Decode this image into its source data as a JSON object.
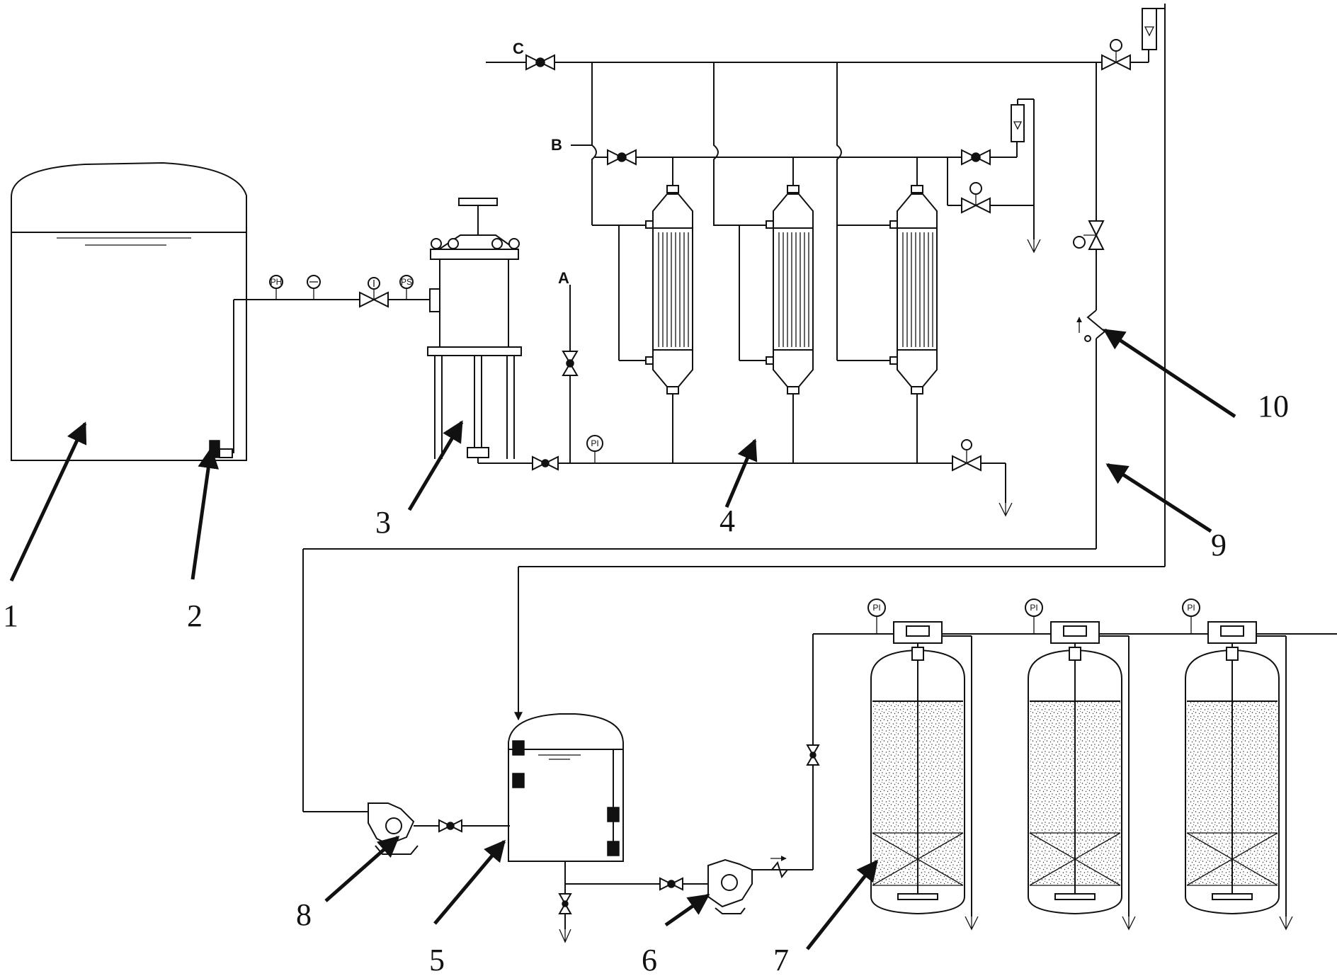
{
  "diagram": {
    "callouts": [
      "1",
      "2",
      "3",
      "4",
      "5",
      "6",
      "7",
      "8",
      "9",
      "10"
    ],
    "line_tags": {
      "a": "A",
      "b": "B",
      "c": "C"
    },
    "instrument_tags": {
      "ph": "PH",
      "pi": "PI",
      "ps": "PS"
    }
  }
}
